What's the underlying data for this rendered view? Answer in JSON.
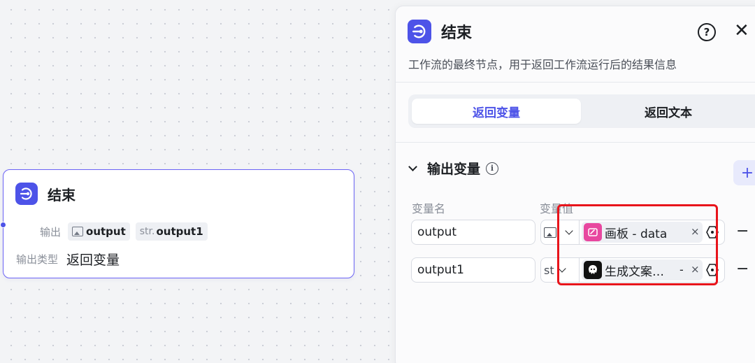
{
  "node": {
    "title": "结束",
    "output_label": "输出",
    "output_chips": [
      "output",
      "output1"
    ],
    "output_chip2_type": "str.",
    "output_type_label": "输出类型",
    "output_type_value": "返回变量"
  },
  "panel": {
    "title": "结束",
    "help_symbol": "?",
    "close_symbol": "✕",
    "description": "工作流的最终节点，用于返回工作流运行后的结果信息",
    "tabs": [
      {
        "label": "返回变量",
        "active": true
      },
      {
        "label": "返回文本",
        "active": false
      }
    ],
    "section_title": "输出变量",
    "info_symbol": "i",
    "add_symbol": "+",
    "columns": {
      "name": "变量名",
      "value": "变量值"
    },
    "rows": [
      {
        "name": "output",
        "type_text": "",
        "ref_label": "画板 - data",
        "ref_dash": "",
        "clear": "×",
        "remove": "−",
        "ref_icon_color": "#e8479f"
      },
      {
        "name": "output1",
        "type_text": "str",
        "ref_label": "生成文案…",
        "ref_dash": "-",
        "clear": "×",
        "remove": "−",
        "ref_icon_color": "#111111"
      }
    ]
  },
  "colors": {
    "accent": "#4d53e8",
    "highlight": "#e8141b"
  }
}
